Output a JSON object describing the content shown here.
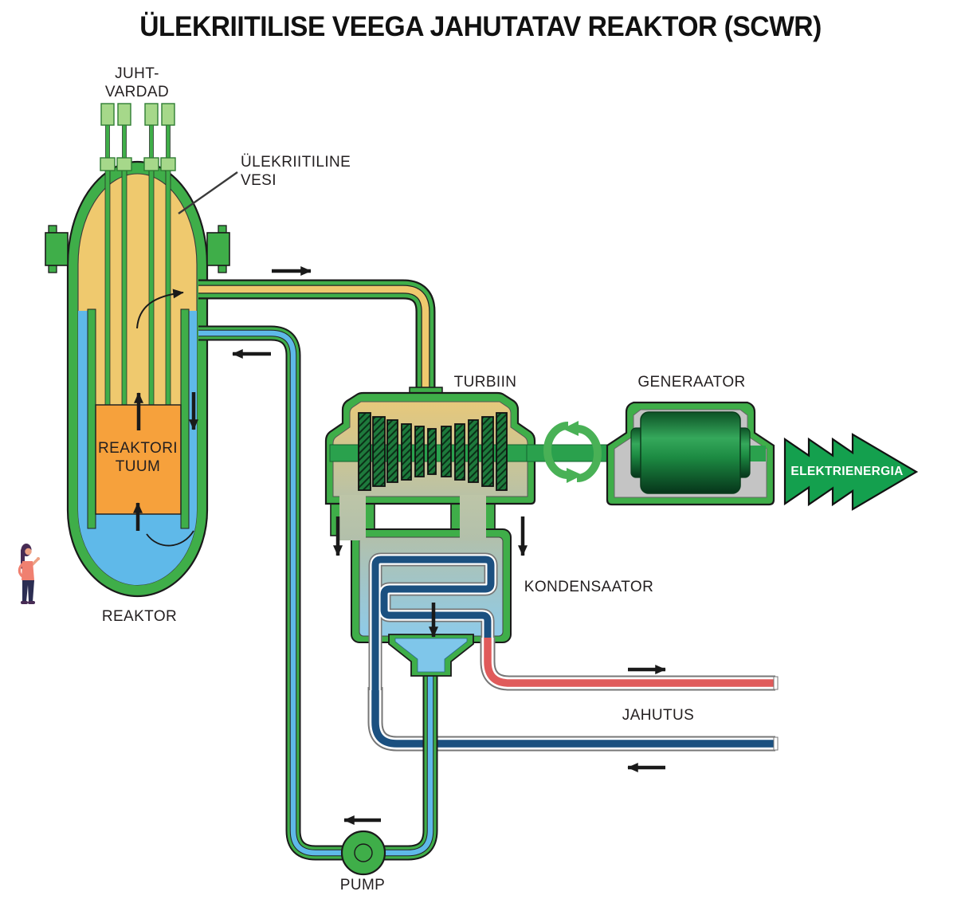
{
  "title": "ÜLEKRIITILISE VEEGA JAHUTATAV REAKTOR (SCWR)",
  "labels": {
    "control_rods_line1": "JUHT-",
    "control_rods_line2": "VARDAD",
    "supercritical_water_line1": "ÜLEKRIITILINE",
    "supercritical_water_line2": "VESI",
    "reactor_core_line1": "REAKTORI",
    "reactor_core_line2": "TUUM",
    "reactor": "REAKTOR",
    "turbine": "TURBIIN",
    "generator": "GENERAATOR",
    "electricity": "ELEKTRIENERGIA",
    "condenser": "KONDENSAATOR",
    "cooling": "JAHUTUS",
    "pump": "PUMP"
  },
  "colors": {
    "casing_green": "#3FAE49",
    "supercritical_yellow": "#EFC96E",
    "water_blue": "#5FB9E9",
    "core_orange": "#F6A13C",
    "control_rod_light_green": "#A6D88A",
    "turbine_blade_green": "#1E7A3C",
    "shaft_green": "#2AA14D",
    "generator_housing_gray": "#C4C4C4",
    "coolant_cold_navy": "#1B5080",
    "coolant_warm_red": "#E05B5B",
    "electricity_green": "#14A04E",
    "outline_black": "#1A1A1A",
    "label_color": "#231F20"
  }
}
